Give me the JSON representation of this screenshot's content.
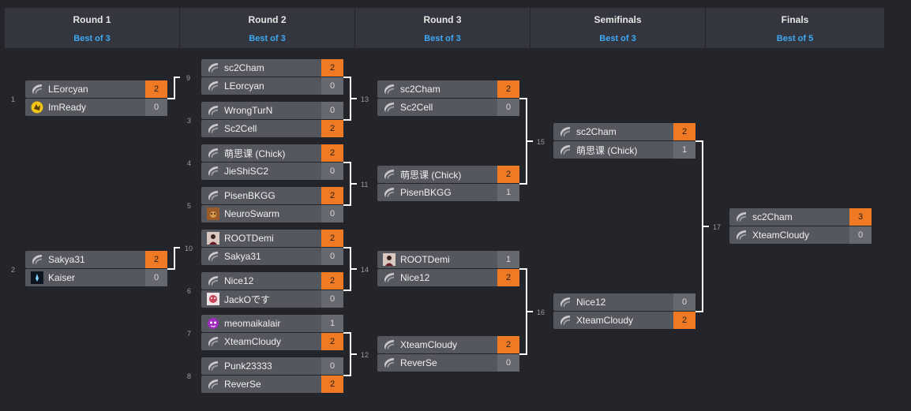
{
  "rounds": [
    {
      "name": "Round 1",
      "bestof": "Best of 3"
    },
    {
      "name": "Round 2",
      "bestof": "Best of 3"
    },
    {
      "name": "Round 3",
      "bestof": "Best of 3"
    },
    {
      "name": "Semifinals",
      "bestof": "Best of 3"
    },
    {
      "name": "Finals",
      "bestof": "Best of 5"
    }
  ],
  "matches": {
    "r1a": {
      "number": "1",
      "players": [
        {
          "name": "LEorcyan",
          "score": "2",
          "win": true,
          "icon": "default-player-icon"
        },
        {
          "name": "ImReady",
          "score": "0",
          "win": false,
          "icon": "yellow-avatar-icon"
        }
      ]
    },
    "r1b": {
      "number": "2",
      "players": [
        {
          "name": "Sakya31",
          "score": "2",
          "win": true,
          "icon": "default-player-icon"
        },
        {
          "name": "Kaiser",
          "score": "0",
          "win": false,
          "icon": "dark-avatar-icon"
        }
      ]
    },
    "m9": {
      "number": "9",
      "players": [
        {
          "name": "sc2Cham",
          "score": "2",
          "win": true,
          "icon": "default-player-icon"
        },
        {
          "name": "LEorcyan",
          "score": "0",
          "win": false,
          "icon": "default-player-icon"
        }
      ]
    },
    "m3": {
      "number": "3",
      "players": [
        {
          "name": "WrongTurN",
          "score": "0",
          "win": false,
          "icon": "default-player-icon"
        },
        {
          "name": "Sc2Cell",
          "score": "2",
          "win": true,
          "icon": "default-player-icon"
        }
      ]
    },
    "m4": {
      "number": "4",
      "players": [
        {
          "name": "萌思课 (Chick)",
          "score": "2",
          "win": true,
          "icon": "default-player-icon"
        },
        {
          "name": "JieShiSC2",
          "score": "0",
          "win": false,
          "icon": "default-player-icon"
        }
      ]
    },
    "m5": {
      "number": "5",
      "players": [
        {
          "name": "PisenBKGG",
          "score": "2",
          "win": true,
          "icon": "default-player-icon"
        },
        {
          "name": "NeuroSwarm",
          "score": "0",
          "win": false,
          "icon": "brown-avatar-icon"
        }
      ]
    },
    "m10": {
      "number": "10",
      "players": [
        {
          "name": "ROOTDemi",
          "score": "2",
          "win": true,
          "icon": "photo-avatar-icon"
        },
        {
          "name": "Sakya31",
          "score": "0",
          "win": false,
          "icon": "default-player-icon"
        }
      ]
    },
    "m6": {
      "number": "6",
      "players": [
        {
          "name": "Nice12",
          "score": "2",
          "win": true,
          "icon": "default-player-icon"
        },
        {
          "name": "JackOです",
          "score": "0",
          "win": false,
          "icon": "anime-avatar-icon"
        }
      ]
    },
    "m7": {
      "number": "7",
      "players": [
        {
          "name": "meomaikalair",
          "score": "1",
          "win": false,
          "icon": "purple-avatar-icon"
        },
        {
          "name": "XteamCloudy",
          "score": "2",
          "win": true,
          "icon": "default-player-icon"
        }
      ]
    },
    "m8": {
      "number": "8",
      "players": [
        {
          "name": "Punk23333",
          "score": "0",
          "win": false,
          "icon": "default-player-icon"
        },
        {
          "name": "ReverSe",
          "score": "2",
          "win": true,
          "icon": "default-player-icon"
        }
      ]
    },
    "m13": {
      "number": "13",
      "players": [
        {
          "name": "sc2Cham",
          "score": "2",
          "win": true,
          "icon": "default-player-icon"
        },
        {
          "name": "Sc2Cell",
          "score": "0",
          "win": false,
          "icon": "default-player-icon"
        }
      ]
    },
    "m11": {
      "number": "11",
      "players": [
        {
          "name": "萌思课 (Chick)",
          "score": "2",
          "win": true,
          "icon": "default-player-icon"
        },
        {
          "name": "PisenBKGG",
          "score": "1",
          "win": false,
          "icon": "default-player-icon"
        }
      ]
    },
    "m14": {
      "number": "14",
      "players": [
        {
          "name": "ROOTDemi",
          "score": "1",
          "win": false,
          "icon": "photo-avatar-icon"
        },
        {
          "name": "Nice12",
          "score": "2",
          "win": true,
          "icon": "default-player-icon"
        }
      ]
    },
    "m12": {
      "number": "12",
      "players": [
        {
          "name": "XteamCloudy",
          "score": "2",
          "win": true,
          "icon": "default-player-icon"
        },
        {
          "name": "ReverSe",
          "score": "0",
          "win": false,
          "icon": "default-player-icon"
        }
      ]
    },
    "m15": {
      "number": "15",
      "players": [
        {
          "name": "sc2Cham",
          "score": "2",
          "win": true,
          "icon": "default-player-icon"
        },
        {
          "name": "萌思课 (Chick)",
          "score": "1",
          "win": false,
          "icon": "default-player-icon"
        }
      ]
    },
    "m16": {
      "number": "16",
      "players": [
        {
          "name": "Nice12",
          "score": "0",
          "win": false,
          "icon": "default-player-icon"
        },
        {
          "name": "XteamCloudy",
          "score": "2",
          "win": true,
          "icon": "default-player-icon"
        }
      ]
    },
    "m17": {
      "number": "17",
      "players": [
        {
          "name": "sc2Cham",
          "score": "3",
          "win": true,
          "icon": "default-player-icon"
        },
        {
          "name": "XteamCloudy",
          "score": "0",
          "win": false,
          "icon": "default-player-icon"
        }
      ]
    }
  },
  "colors": {
    "background": "#23252b",
    "header": "#33363e",
    "slot": "#54575e",
    "score": "#65686f",
    "win": "#f07a24",
    "bestof": "#3fa9f5",
    "connector": "#ffffff"
  }
}
